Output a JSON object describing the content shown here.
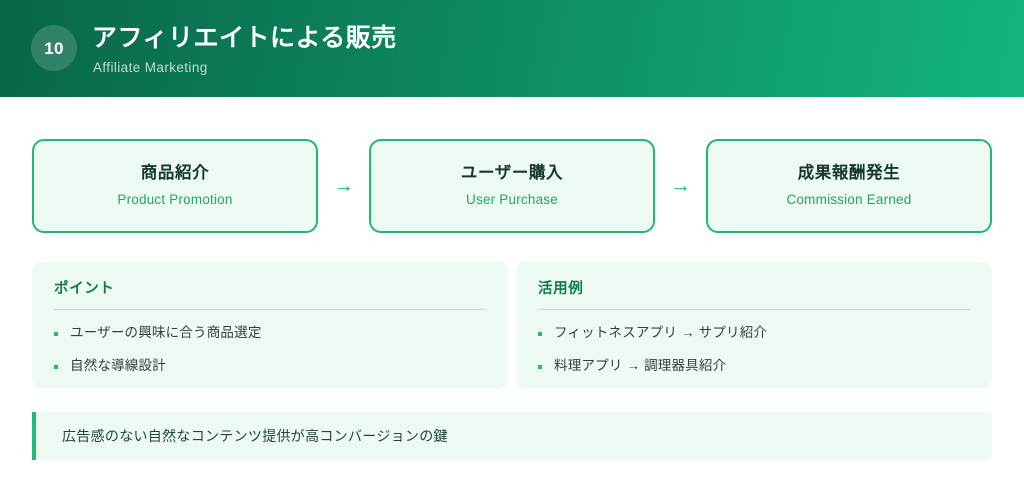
{
  "header": {
    "badge_number": "10",
    "title": "アフィリエイトによる販売",
    "subtitle": "Affiliate Marketing",
    "gradient_start": "#09664a",
    "gradient_end": "#13b57d"
  },
  "flow": {
    "arrow_glyph": "→",
    "steps": [
      {
        "title": "商品紹介",
        "subtitle": "Product Promotion"
      },
      {
        "title": "ユーザー購入",
        "subtitle": "User Purchase"
      },
      {
        "title": "成果報酬発生",
        "subtitle": "Commission Earned"
      }
    ]
  },
  "panels": [
    {
      "title": "ポイント",
      "items": [
        "ユーザーの興味に合う商品選定",
        "自然な導線設計"
      ]
    },
    {
      "title": "活用例",
      "items": [
        "フィットネスアプリ → サプリ紹介",
        "料理アプリ → 調理器具紹介"
      ]
    }
  ],
  "callout": {
    "text": "広告感のない自然なコンテンツ提供が高コンバージョンの鍵",
    "accent_color": "#22bb79"
  },
  "theme": {
    "accent": "#22b978",
    "dark_green": "#0e7a4f",
    "panel_bg": "#edfaf2",
    "card_bg": "#ecfaf1",
    "page_bg": "#ffffff"
  }
}
